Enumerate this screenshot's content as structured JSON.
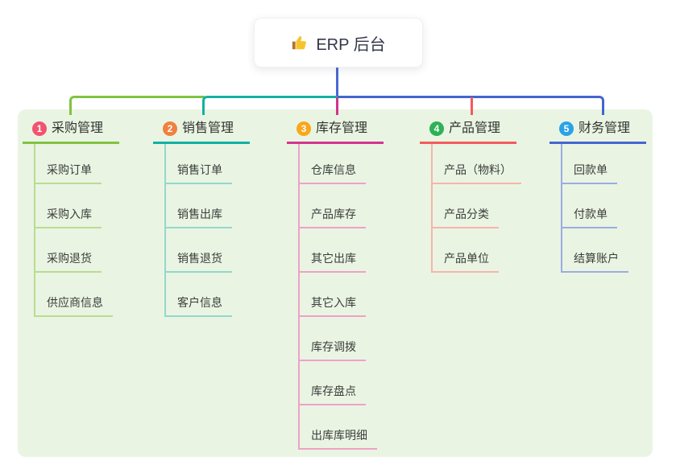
{
  "root": {
    "label": "ERP 后台",
    "icon": "thumbs-up-icon",
    "line_color": "#4a69d6"
  },
  "branches": [
    {
      "number": "1",
      "label": "采购管理",
      "line_color": "#80c342",
      "child_line_color": "#b9dc92",
      "badge_color": "#f2536f",
      "children": [
        "采购订单",
        "采购入库",
        "采购退货",
        "供应商信息"
      ]
    },
    {
      "number": "2",
      "label": "销售管理",
      "line_color": "#12b1a3",
      "child_line_color": "#93d8cd",
      "badge_color": "#f1803f",
      "children": [
        "销售订单",
        "销售出库",
        "销售退货",
        "客户信息"
      ]
    },
    {
      "number": "3",
      "label": "库存管理",
      "line_color": "#d2358f",
      "child_line_color": "#f0a0ca",
      "badge_color": "#f9a71b",
      "children": [
        "仓库信息",
        "产品库存",
        "其它出库",
        "其它入库",
        "库存调拨",
        "库存盘点",
        "出库库明细"
      ]
    },
    {
      "number": "4",
      "label": "产品管理",
      "line_color": "#f45a5c",
      "child_line_color": "#f8b3ab",
      "badge_color": "#2fb156",
      "children": [
        "产品（物料）",
        "产品分类",
        "产品单位"
      ]
    },
    {
      "number": "5",
      "label": "财务管理",
      "line_color": "#4365d0",
      "child_line_color": "#9cabe2",
      "badge_color": "#29a2e8",
      "children": [
        "回款单",
        "付款单",
        "结算账户"
      ]
    }
  ],
  "colors": {
    "canvas_background": "#ffffff",
    "panel_background": "#e9f5e2",
    "title_text": "#333333",
    "child_text": "#3c3c3c"
  }
}
